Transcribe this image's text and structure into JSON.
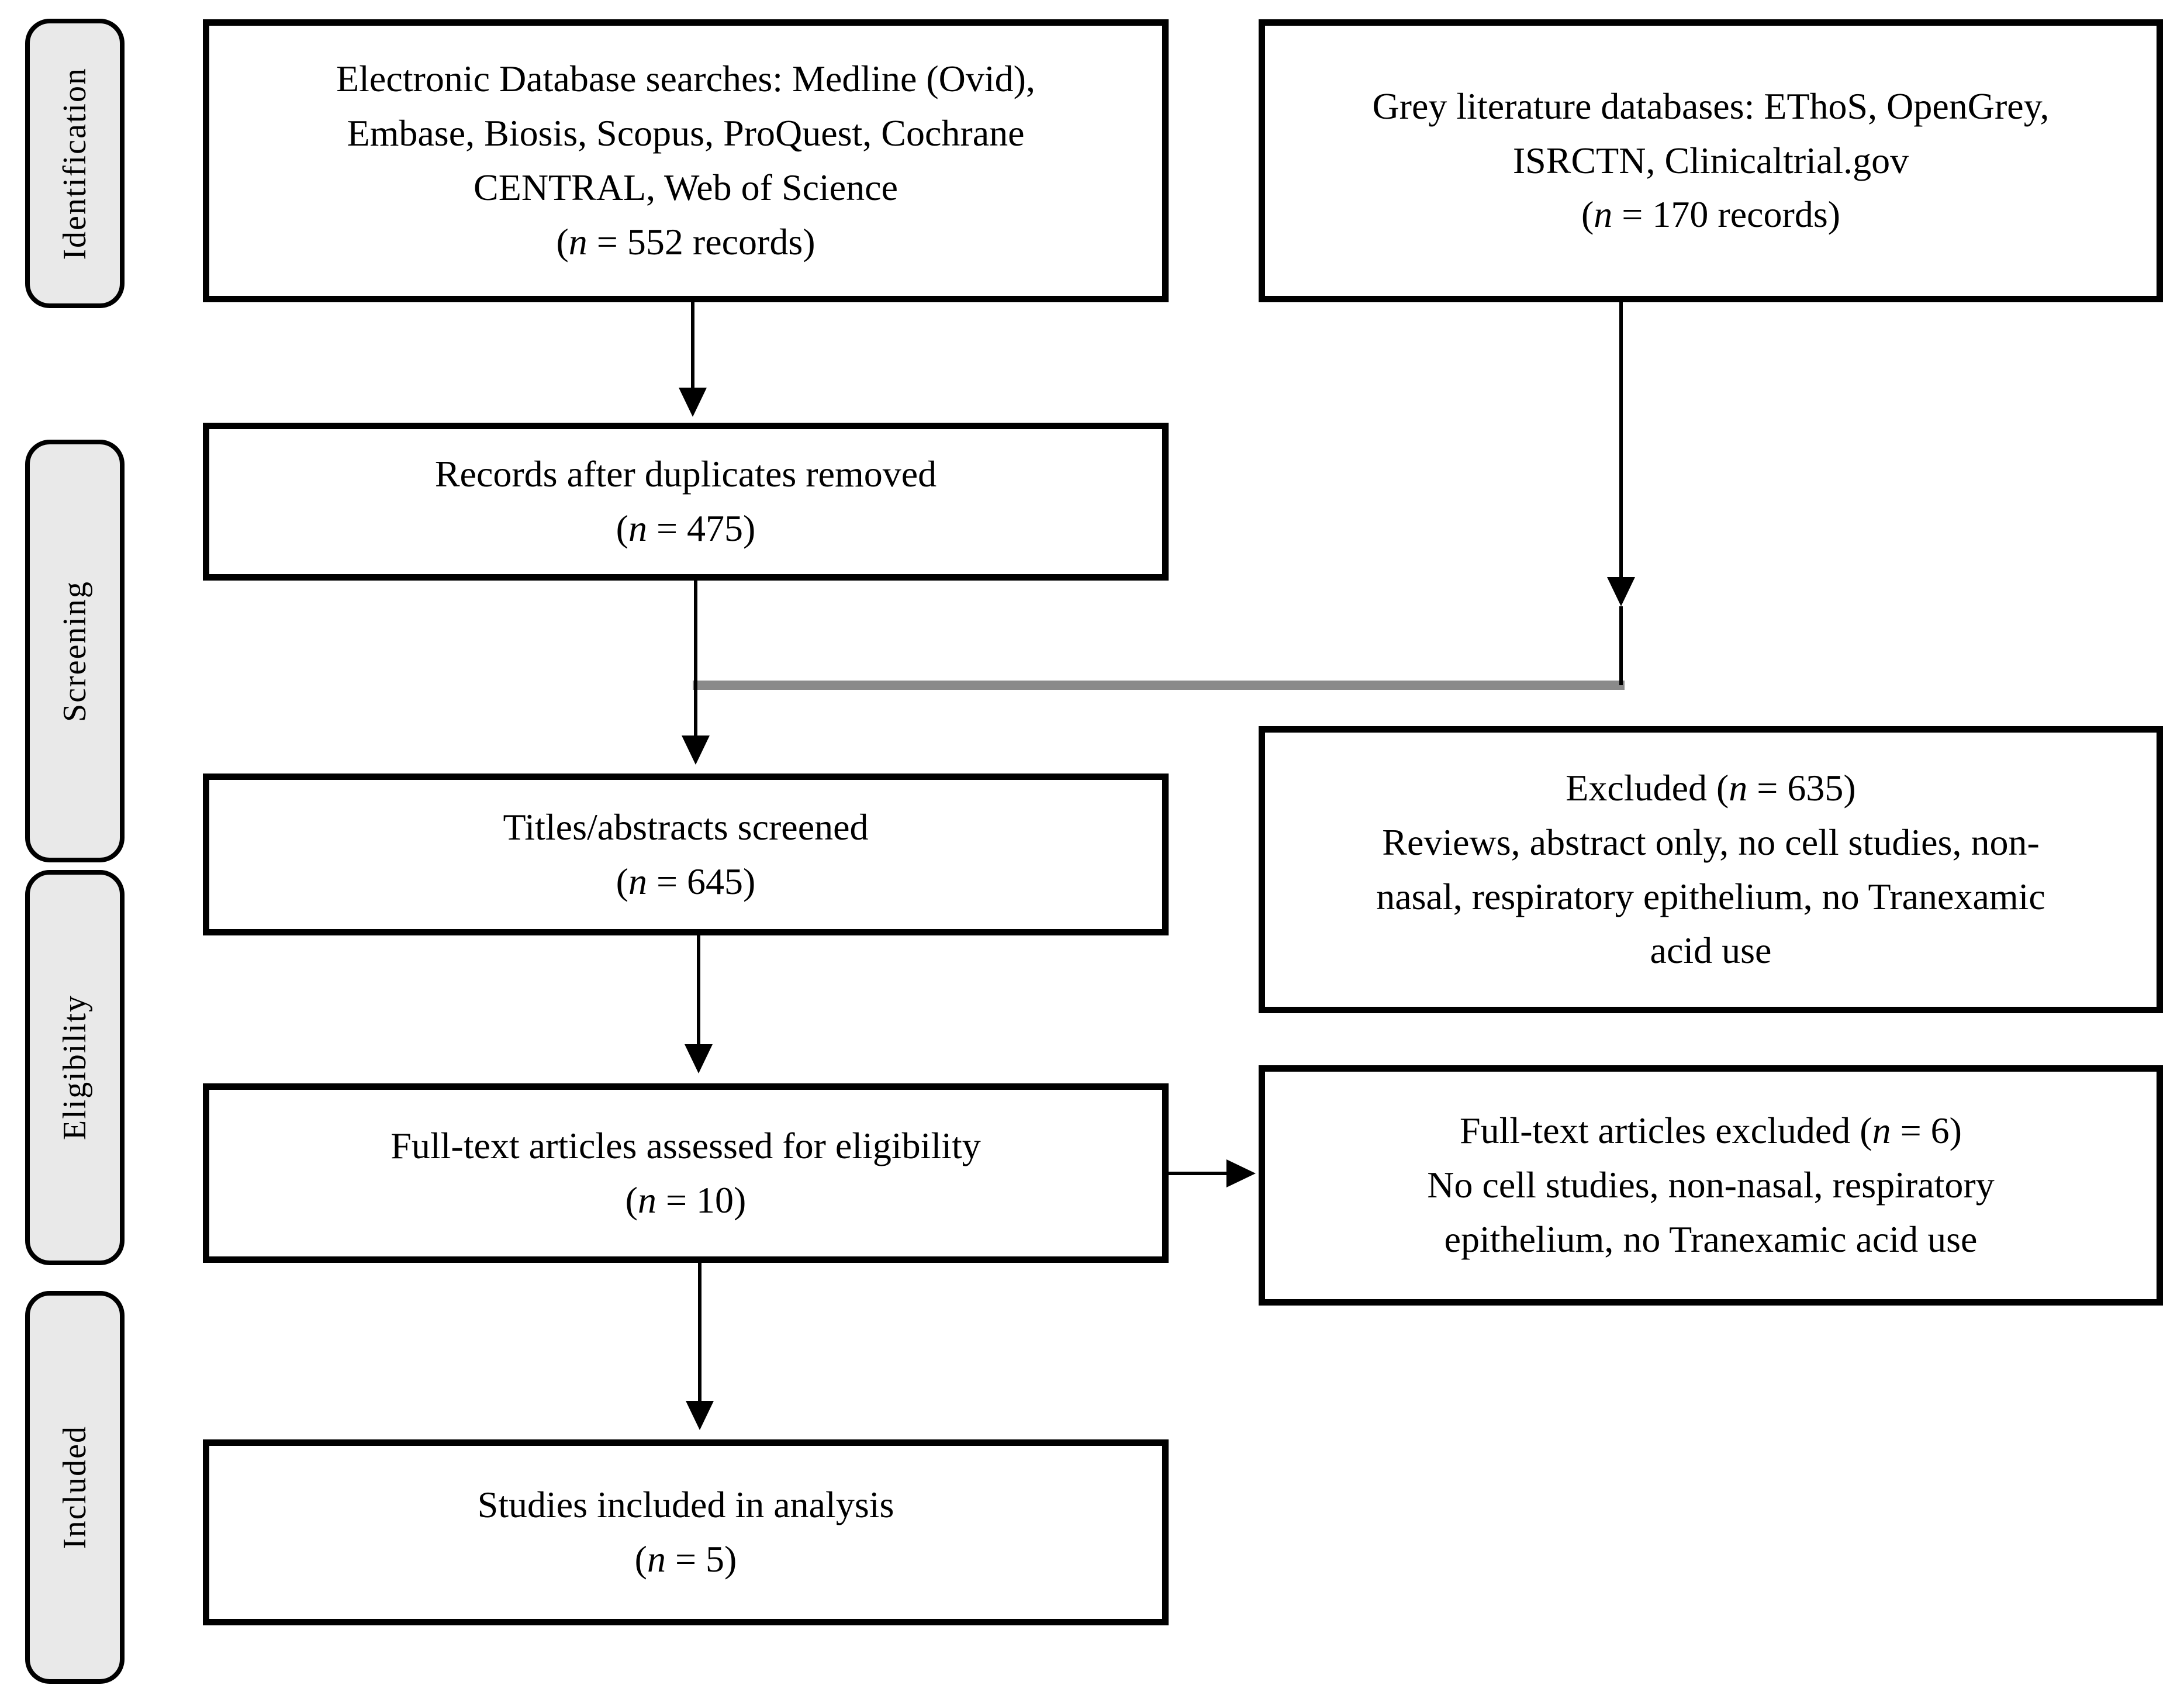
{
  "colors": {
    "line": "#000000",
    "connector_grey": "#8a8a8a",
    "sidebar_fill": "#e9e9e9",
    "background": "#ffffff",
    "text": "#000000"
  },
  "sidebar": {
    "items": [
      {
        "label": "Identification"
      },
      {
        "label": "Screening"
      },
      {
        "label": "Eligibility"
      },
      {
        "label": "Included"
      }
    ]
  },
  "boxes": {
    "electronic_db": {
      "lines": [
        "Electronic Database searches: Medline (Ovid),",
        "Embase, Biosis, Scopus, ProQuest, Cochrane",
        "CENTRAL, Web of Science"
      ],
      "count_open": "(",
      "count_n": "n",
      "count_rest": " = 552 records)"
    },
    "grey_literature": {
      "lines": [
        "Grey literature databases: EThoS, OpenGrey,",
        "ISRCTN, Clinicaltrial.gov"
      ],
      "count_open": "(",
      "count_n": "n",
      "count_rest": " = 170 records)"
    },
    "duplicates_removed": {
      "lines": [
        "Records after duplicates removed"
      ],
      "count_open": "(",
      "count_n": "n",
      "count_rest": " = 475)"
    },
    "titles_screened": {
      "lines": [
        "Titles/abstracts screened"
      ],
      "count_open": "(",
      "count_n": "n",
      "count_rest": " = 645)"
    },
    "excluded": {
      "title_pre": "Excluded (",
      "title_n": "n",
      "title_post": " = 635)",
      "detail_lines": [
        "Reviews, abstract only, no cell studies, non-",
        "nasal, respiratory epithelium, no Tranexamic",
        "acid use"
      ]
    },
    "fulltext_assessed": {
      "lines": [
        "Full-text articles assessed for eligibility"
      ],
      "count_open": "(",
      "count_n": "n",
      "count_rest": " = 10)"
    },
    "fulltext_excluded": {
      "title_pre": "Full-text articles excluded (",
      "title_n": "n",
      "title_post": " = 6)",
      "detail_lines": [
        "No cell studies, non-nasal, respiratory",
        "epithelium, no Tranexamic acid use"
      ]
    },
    "included_studies": {
      "lines": [
        "Studies included in analysis"
      ],
      "count_open": "(",
      "count_n": "n",
      "count_rest": " = 5)"
    }
  }
}
